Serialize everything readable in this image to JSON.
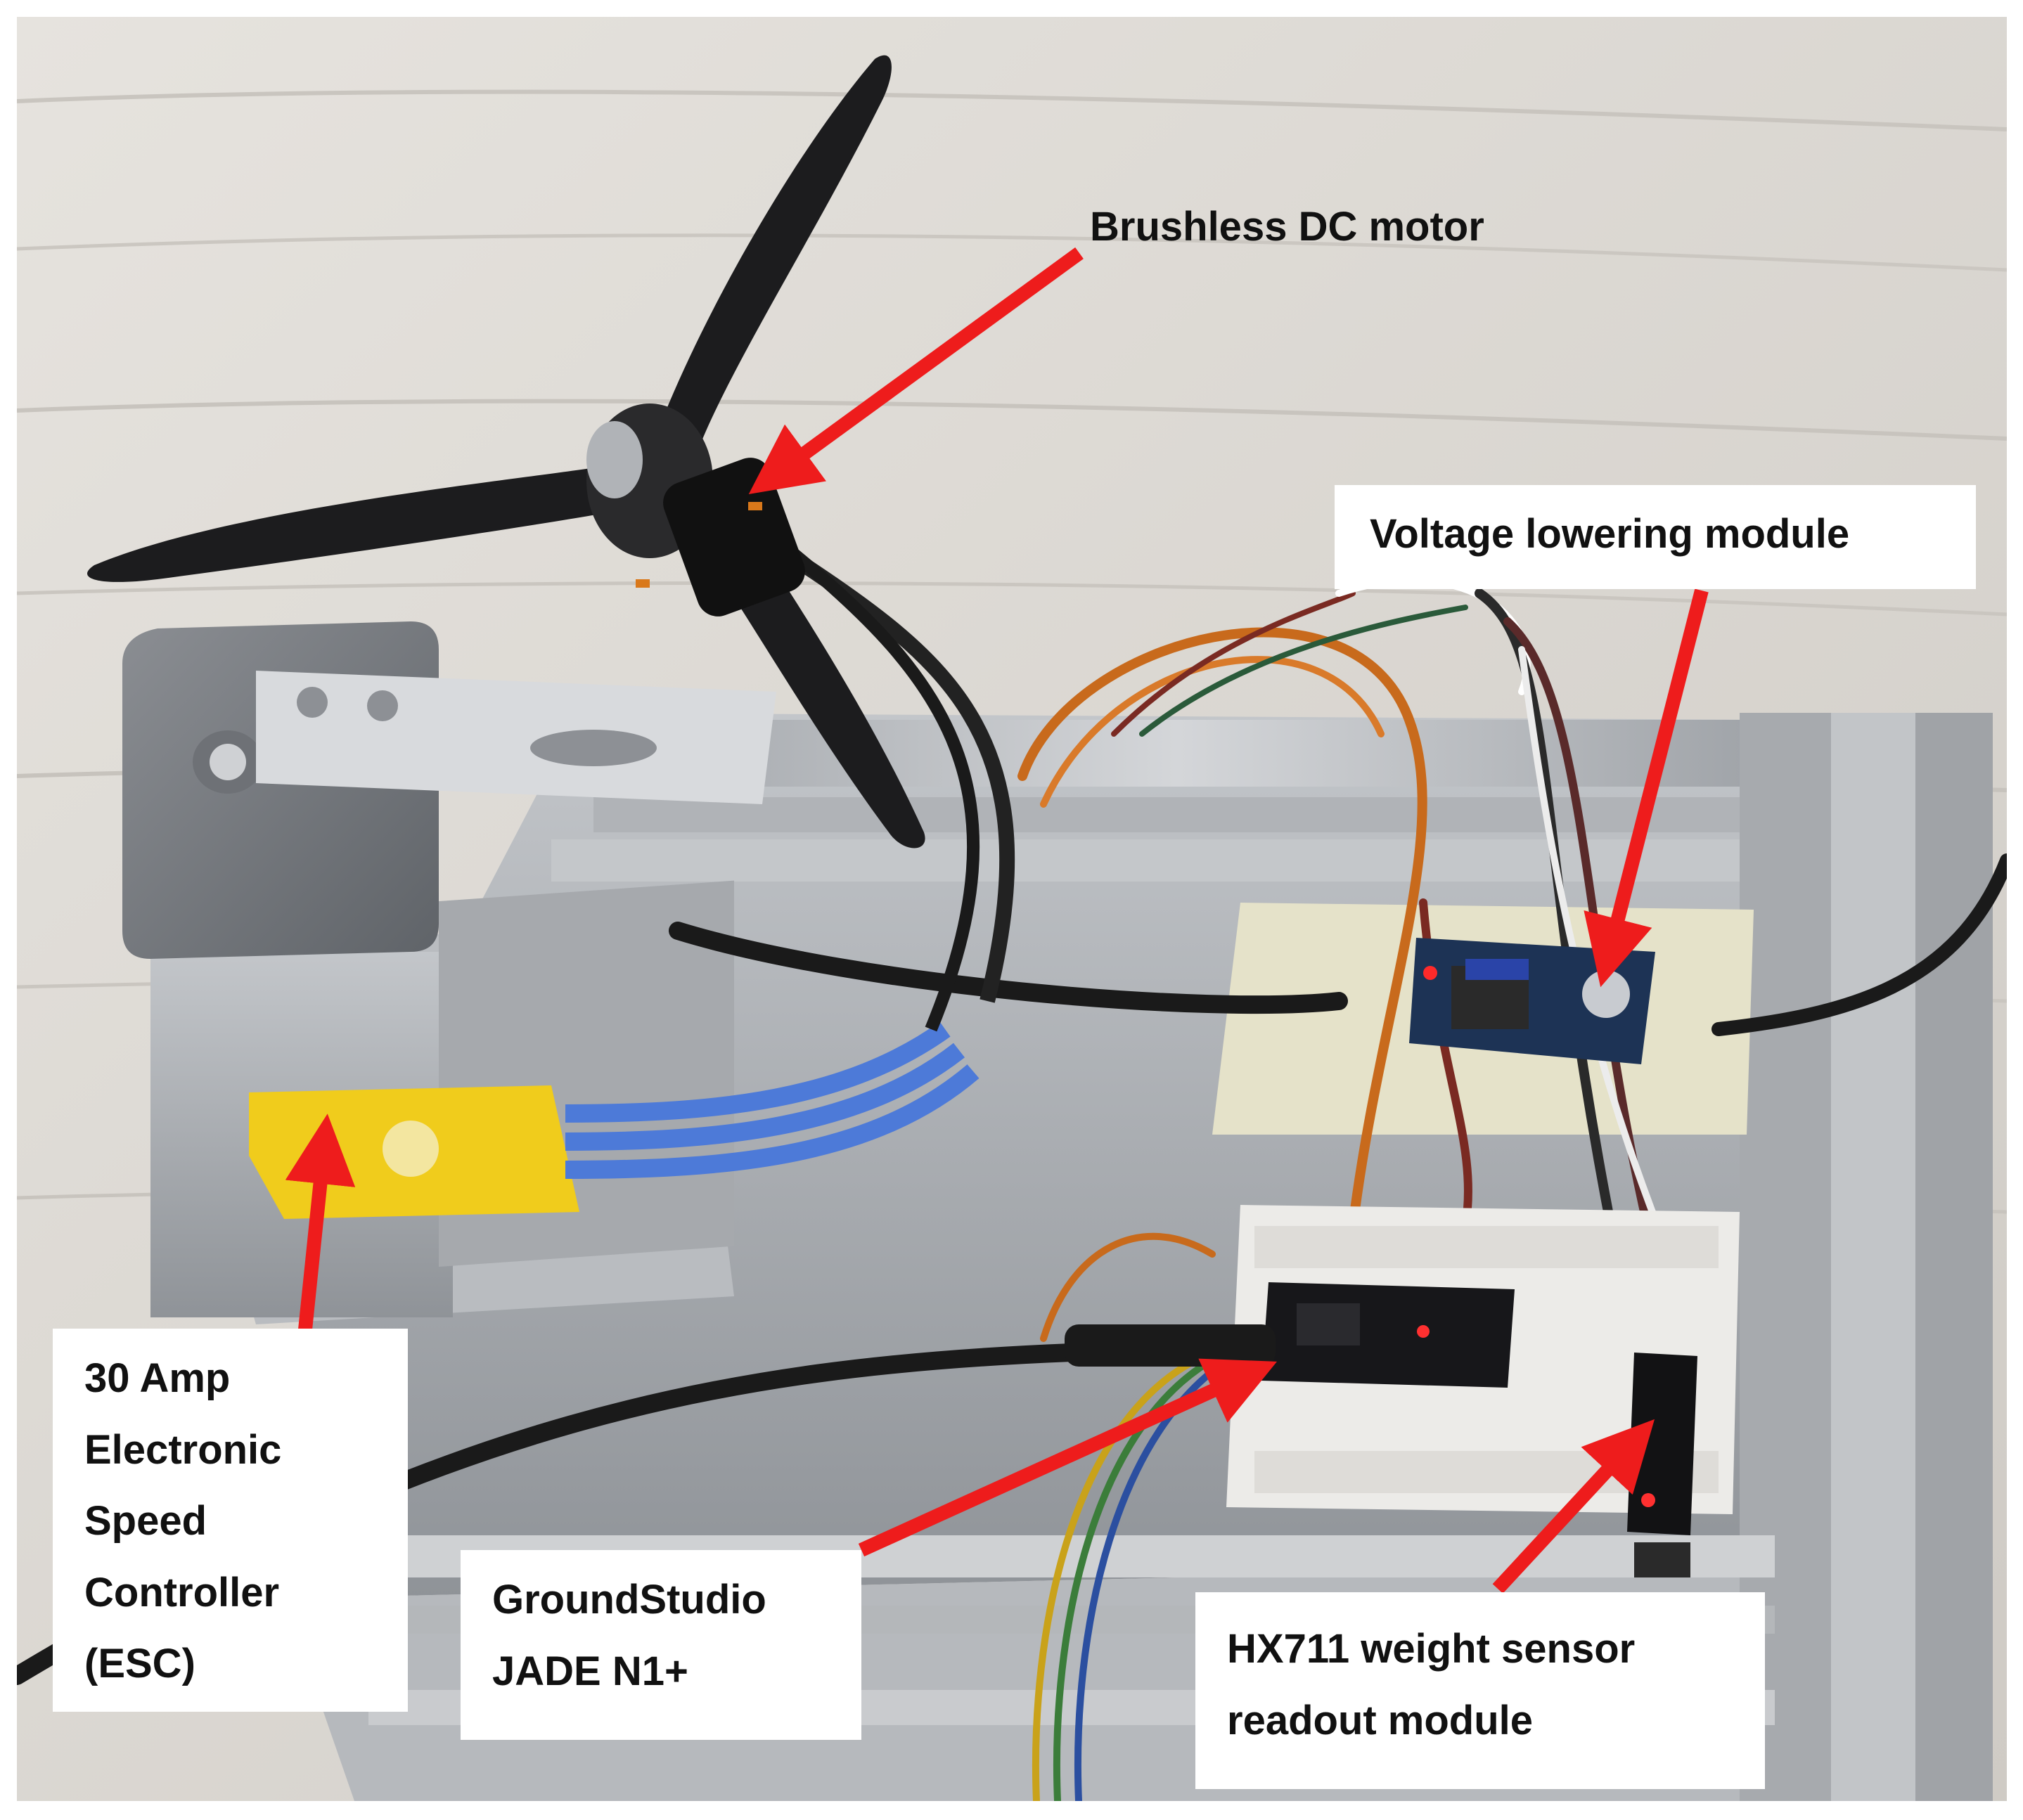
{
  "labels": {
    "motor": "Brushless DC motor",
    "voltage": "Voltage lowering module",
    "esc": [
      "30 Amp",
      "Electronic",
      "Speed",
      "Controller",
      "(ESC)"
    ],
    "jade": [
      "GroundStudio",
      "JADE N1+"
    ],
    "hx711": [
      "HX711 weight sensor",
      "readout module"
    ]
  },
  "colors": {
    "arrow": "#ee1c1c",
    "wood": "#dcd8d2",
    "aluminum": "#a9acb0",
    "esc_yellow": "#f0cc1c",
    "esc_wires": "#4d7ad8",
    "propeller": "#1c1c1e"
  }
}
